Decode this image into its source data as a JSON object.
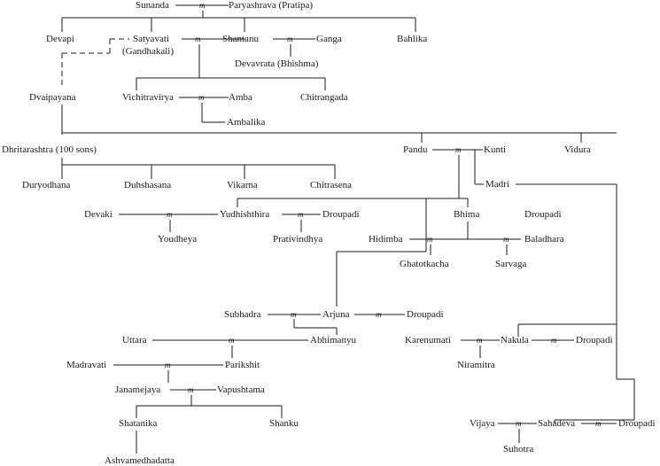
{
  "marriage_symbol": "m",
  "people": {
    "sunanda": "Sunanda",
    "paryashrava": "Paryashrava (Pratipa)",
    "devapi": "Devapi",
    "satyavati": "Satyavati",
    "gandhakali": "(Gandhakali)",
    "shantanu": "Shantanu",
    "ganga": "Ganga",
    "bahlika": "Bahlika",
    "devavrata": "Devavrata (Bhishma)",
    "dvaipayana": "Dvaipayana",
    "vichitravirya": "Vichitravirya",
    "amba": "Amba",
    "chitrangada": "Chitrangada",
    "ambalika": "Ambalika",
    "dhritarashtra": "Dhritarashtra (100 sons)",
    "pandu": "Pandu",
    "kunti": "Kunti",
    "vidura": "Vidura",
    "duryodhana": "Duryodhana",
    "duhshasana": "Duhshasana",
    "vikarna": "Vikarna",
    "chitrasena": "Chitrasena",
    "madri": "Madri",
    "devaki": "Devaki",
    "yudhishthira": "Yudhishthira",
    "droupadi_1": "Droupadi",
    "bhima": "Bhima",
    "droupadi_2": "Droupadi",
    "youdheya": "Youdheya",
    "prativindhya": "Prativindhya",
    "hidimba": "Hidimba",
    "baladhara": "Baladhara",
    "ghatotkacha": "Ghatotkacha",
    "sarvaga": "Sarvaga",
    "subhadra": "Subhadra",
    "arjuna": "Arjuna",
    "droupadi_3": "Droupadi",
    "uttara": "Uttara",
    "abhimanyu": "Abhimanyu",
    "karenumati": "Karenumati",
    "nakula": "Nakula",
    "droupadi_4": "Droupadi",
    "madravati": "Madravati",
    "parikshit": "Parikshit",
    "niramitra": "Niramitra",
    "janamejaya": "Janamejaya",
    "vapushtama": "Vapushtama",
    "shatanika": "Shatanika",
    "shanku": "Shanku",
    "vijaya": "Vijaya",
    "sahadeva": "Sahadeva",
    "droupadi_5": "Droupadi",
    "suhotra": "Suhotra",
    "ashvamedhadatta": "Ashvamedhadatta"
  }
}
